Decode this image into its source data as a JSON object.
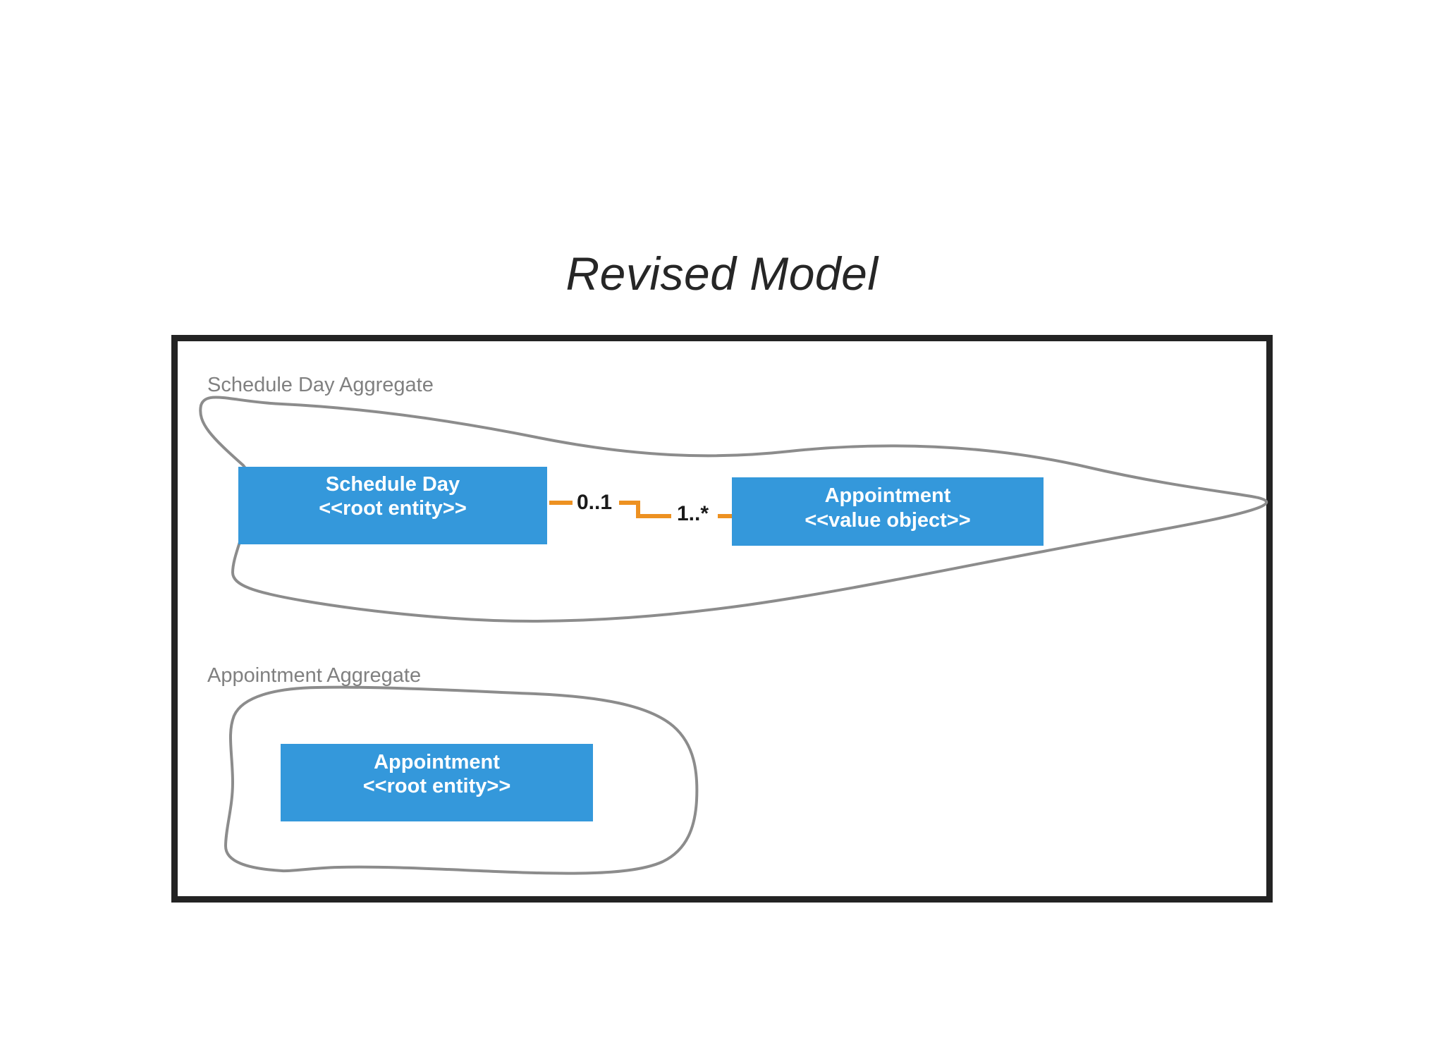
{
  "title": "Revised Model",
  "colors": {
    "entity_fill": "#3498db",
    "entity_text": "#ffffff",
    "frame_border": "#232323",
    "blob_outline": "#8c8c8c",
    "association": "#ed9121",
    "aggregate_label": "#808080",
    "background": "#ffffff"
  },
  "frame": {
    "aggregates": [
      {
        "label": "Schedule Day Aggregate",
        "entities": [
          {
            "name": "Schedule Day",
            "stereotype": "<<root entity>>"
          },
          {
            "name": "Appointment",
            "stereotype": "<<value object>>"
          }
        ]
      },
      {
        "label": "Appointment Aggregate",
        "entities": [
          {
            "name": "Appointment",
            "stereotype": "<<root entity>>"
          }
        ]
      }
    ],
    "associations": [
      {
        "source": "Schedule Day",
        "target": "Appointment",
        "source_multiplicity": "0..1",
        "target_multiplicity": "1..*"
      }
    ]
  }
}
